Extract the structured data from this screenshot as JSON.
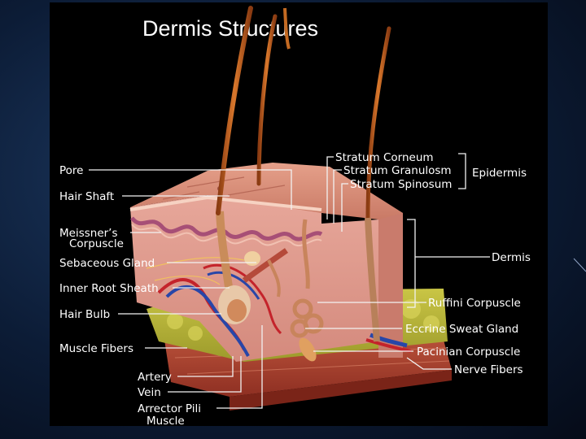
{
  "title": "Dermis Structures",
  "labels_left": {
    "pore": "Pore",
    "hair_shaft": "Hair Shaft",
    "meissners_corpuscle_line1": "Meissner’s",
    "meissners_corpuscle_line2": "Corpuscle",
    "sebaceous_gland": "Sebaceous Gland",
    "inner_root_sheath": "Inner Root Sheath",
    "hair_bulb": "Hair Bulb",
    "muscle_fibers": "Muscle Fibers"
  },
  "labels_bottom": {
    "artery": "Artery",
    "vein": "Vein",
    "arrector_pili_line1": "Arrector Pili",
    "arrector_pili_line2": "Muscle"
  },
  "labels_right": {
    "stratum_corneum": "Stratum Corneum",
    "stratum_granulosum": "Stratum Granulosm",
    "stratum_spinosum": "Stratum Spinosum",
    "epidermis": "Epidermis",
    "dermis": "Dermis",
    "ruffini_corpuscle": "Ruffini Corpuscle",
    "eccrine_sweat_gland": "Eccrine Sweat Gland",
    "pacinian_corpuscle": "Pacinian Corpuscle",
    "nerve_fibers": "Nerve Fibers"
  },
  "colors": {
    "background": "#0c1c36",
    "panel": "#000000",
    "epidermis": "#d98a78",
    "dermis": "#e3a397",
    "fat": "#b6b437",
    "muscle": "#b24a34",
    "hair": "#c46a22",
    "artery": "#c4232b",
    "vein": "#2846a8",
    "text": "#ffffff"
  }
}
